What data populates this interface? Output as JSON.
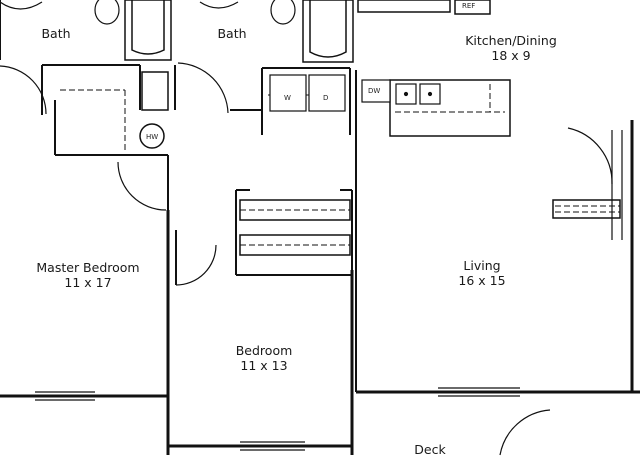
{
  "rooms": [
    {
      "id": "bath-left",
      "name": "Bath",
      "dims": ""
    },
    {
      "id": "bath-right",
      "name": "Bath",
      "dims": ""
    },
    {
      "id": "kitchen-dining",
      "name": "Kitchen/Dining",
      "dims": "18 x 9"
    },
    {
      "id": "master-bedroom",
      "name": "Master Bedroom",
      "dims": "11 x 17"
    },
    {
      "id": "living",
      "name": "Living",
      "dims": "16 x 15"
    },
    {
      "id": "bedroom",
      "name": "Bedroom",
      "dims": "11 x 13"
    },
    {
      "id": "deck",
      "name": "Deck",
      "dims": ""
    }
  ],
  "fixtures": {
    "refrigerator": "REF",
    "washer": "W",
    "dryer": "D",
    "dishwasher": "DW",
    "water_heater": "HW"
  }
}
